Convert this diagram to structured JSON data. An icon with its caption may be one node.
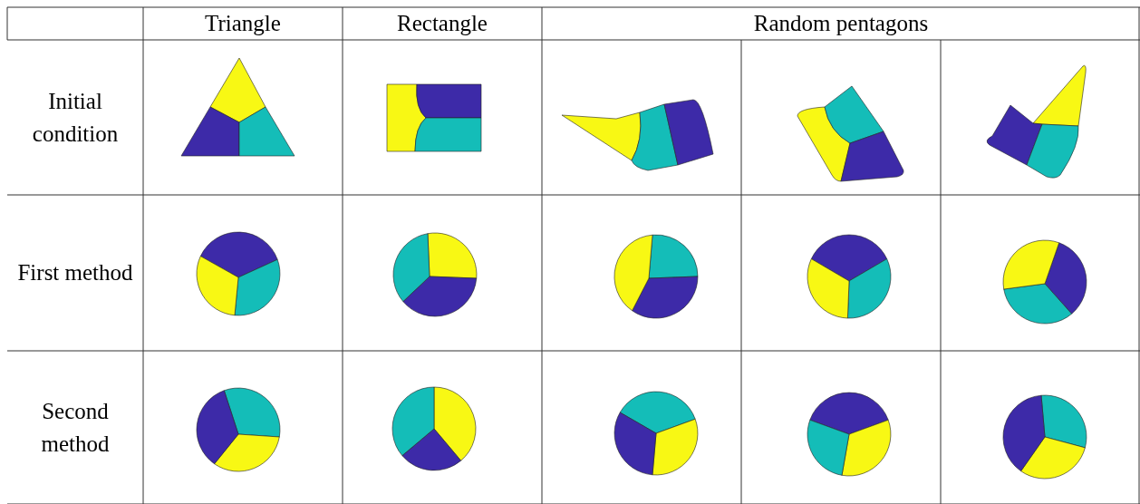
{
  "diagram": {
    "labels": [
      "Triangle",
      "Rectangle",
      "Random pentagons",
      "Initial condition",
      "First method",
      "Second method"
    ]
  }
}
